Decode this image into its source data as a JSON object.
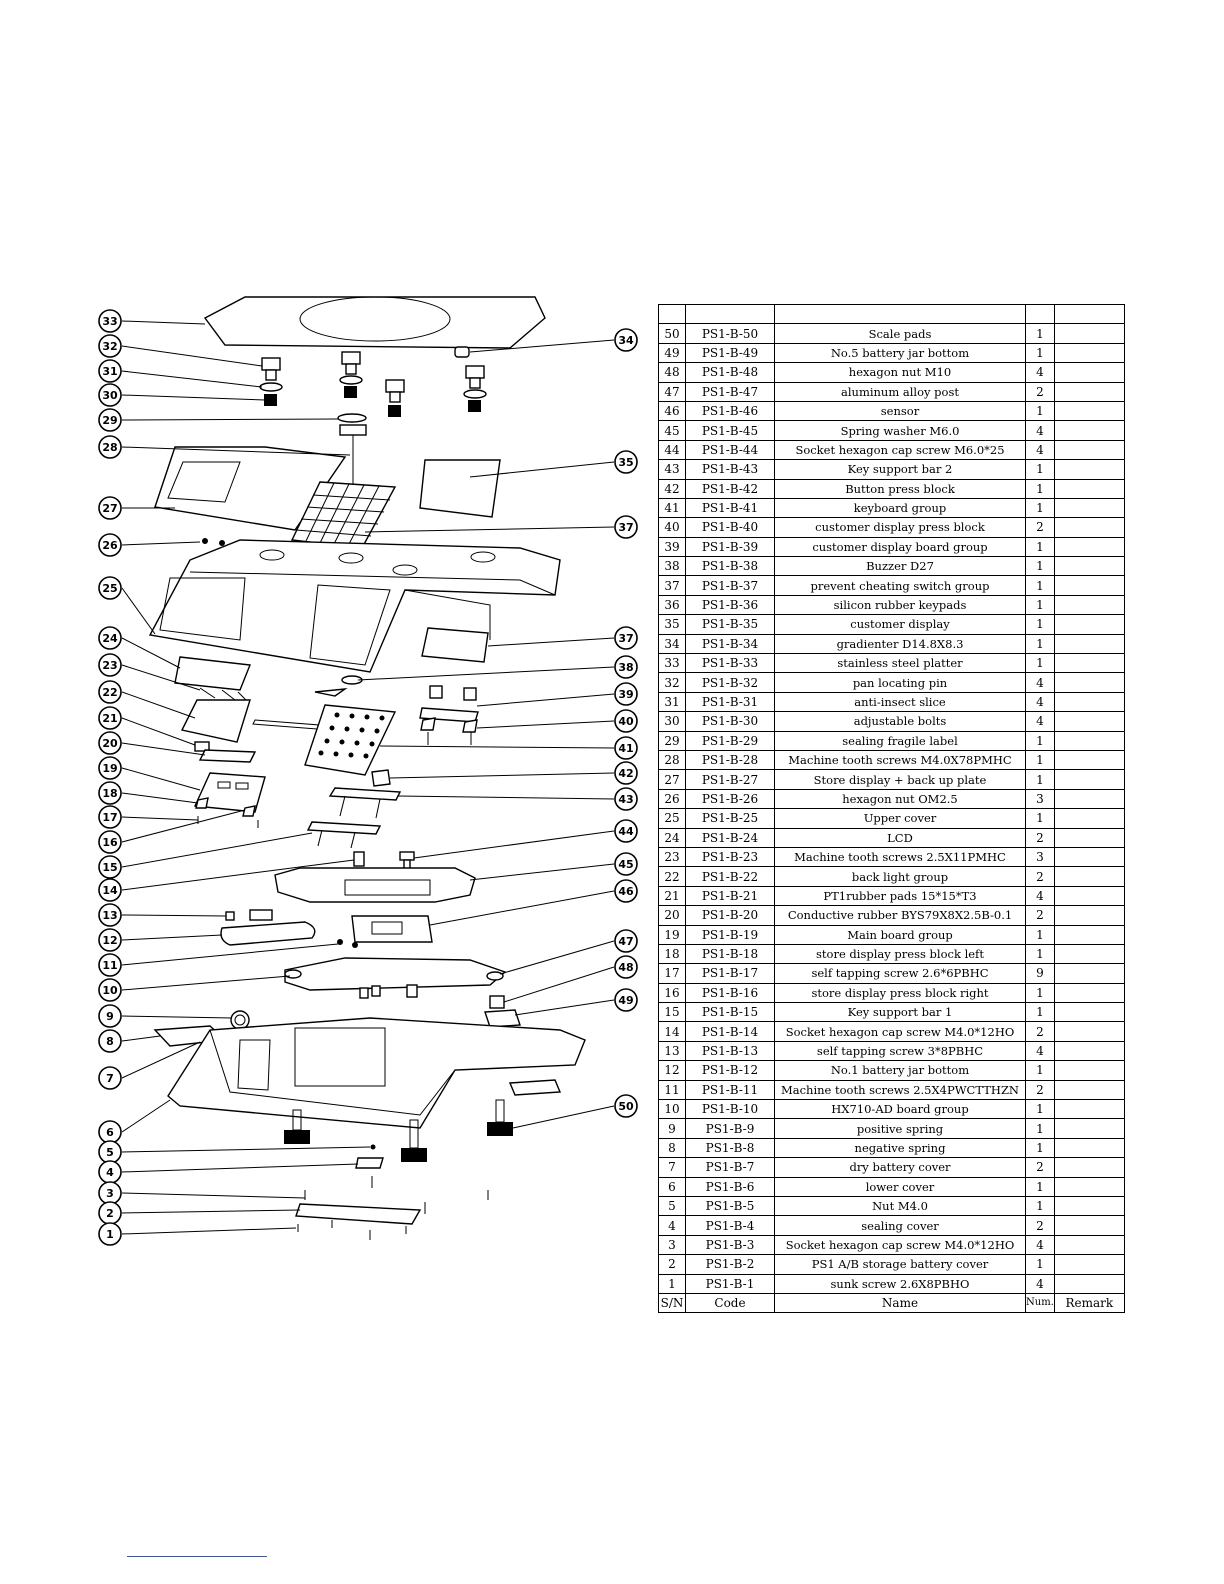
{
  "table": {
    "header": {
      "sn": "S/N",
      "code": "Code",
      "name": "Name",
      "num": "Num.",
      "remark": "Remark"
    },
    "rows": [
      {
        "sn": "50",
        "code": "PS1-B-50",
        "name": "Scale pads",
        "num": "1"
      },
      {
        "sn": "49",
        "code": "PS1-B-49",
        "name": "No.5 battery jar bottom",
        "num": "1"
      },
      {
        "sn": "48",
        "code": "PS1-B-48",
        "name": "hexagon nut M10",
        "num": "4"
      },
      {
        "sn": "47",
        "code": "PS1-B-47",
        "name": "aluminum alloy post",
        "num": "2"
      },
      {
        "sn": "46",
        "code": "PS1-B-46",
        "name": "sensor",
        "num": "1"
      },
      {
        "sn": "45",
        "code": "PS1-B-45",
        "name": "Spring washer M6.0",
        "num": "4"
      },
      {
        "sn": "44",
        "code": "PS1-B-44",
        "name": "Socket hexagon cap screw M6.0*25",
        "num": "4"
      },
      {
        "sn": "43",
        "code": "PS1-B-43",
        "name": "Key support bar 2",
        "num": "1"
      },
      {
        "sn": "42",
        "code": "PS1-B-42",
        "name": "Button press block",
        "num": "1"
      },
      {
        "sn": "41",
        "code": "PS1-B-41",
        "name": "keyboard group",
        "num": "1"
      },
      {
        "sn": "40",
        "code": "PS1-B-40",
        "name": "customer display press block",
        "num": "2"
      },
      {
        "sn": "39",
        "code": "PS1-B-39",
        "name": "customer display board group",
        "num": "1"
      },
      {
        "sn": "38",
        "code": "PS1-B-38",
        "name": "Buzzer D27",
        "num": "1"
      },
      {
        "sn": "37",
        "code": "PS1-B-37",
        "name": "prevent cheating switch group",
        "num": "1"
      },
      {
        "sn": "36",
        "code": "PS1-B-36",
        "name": "silicon rubber keypads",
        "num": "1"
      },
      {
        "sn": "35",
        "code": "PS1-B-35",
        "name": "customer display",
        "num": "1"
      },
      {
        "sn": "34",
        "code": "PS1-B-34",
        "name": "gradienter D14.8X8.3",
        "num": "1"
      },
      {
        "sn": "33",
        "code": "PS1-B-33",
        "name": "stainless steel platter",
        "num": "1"
      },
      {
        "sn": "32",
        "code": "PS1-B-32",
        "name": "pan locating pin",
        "num": "4"
      },
      {
        "sn": "31",
        "code": "PS1-B-31",
        "name": "anti-insect slice",
        "num": "4"
      },
      {
        "sn": "30",
        "code": "PS1-B-30",
        "name": "adjustable bolts",
        "num": "4"
      },
      {
        "sn": "29",
        "code": "PS1-B-29",
        "name": "sealing fragile label",
        "num": "1"
      },
      {
        "sn": "28",
        "code": "PS1-B-28",
        "name": "Machine tooth screws M4.0X78PMHC",
        "num": "1"
      },
      {
        "sn": "27",
        "code": "PS1-B-27",
        "name": "Store display + back up plate",
        "num": "1"
      },
      {
        "sn": "26",
        "code": "PS1-B-26",
        "name": "hexagon nut OM2.5",
        "num": "3"
      },
      {
        "sn": "25",
        "code": "PS1-B-25",
        "name": "Upper cover",
        "num": "1"
      },
      {
        "sn": "24",
        "code": "PS1-B-24",
        "name": "LCD",
        "num": "2"
      },
      {
        "sn": "23",
        "code": "PS1-B-23",
        "name": "Machine tooth screws 2.5X11PMHC",
        "num": "3"
      },
      {
        "sn": "22",
        "code": "PS1-B-22",
        "name": "back light group",
        "num": "2"
      },
      {
        "sn": "21",
        "code": "PS1-B-21",
        "name": "PT1rubber pads 15*15*T3",
        "num": "4"
      },
      {
        "sn": "20",
        "code": "PS1-B-20",
        "name": "Conductive rubber BYS79X8X2.5B-0.1",
        "num": "2"
      },
      {
        "sn": "19",
        "code": "PS1-B-19",
        "name": "Main board group",
        "num": "1"
      },
      {
        "sn": "18",
        "code": "PS1-B-18",
        "name": "store display press block left",
        "num": "1"
      },
      {
        "sn": "17",
        "code": "PS1-B-17",
        "name": "self tapping screw 2.6*6PBHC",
        "num": "9"
      },
      {
        "sn": "16",
        "code": "PS1-B-16",
        "name": "store display press block right",
        "num": "1"
      },
      {
        "sn": "15",
        "code": "PS1-B-15",
        "name": "Key support bar 1",
        "num": "1"
      },
      {
        "sn": "14",
        "code": "PS1-B-14",
        "name": "Socket hexagon cap screw M4.0*12HO",
        "num": "2"
      },
      {
        "sn": "13",
        "code": "PS1-B-13",
        "name": "self tapping screw 3*8PBHC",
        "num": "4"
      },
      {
        "sn": "12",
        "code": "PS1-B-12",
        "name": "No.1 battery jar bottom",
        "num": "1"
      },
      {
        "sn": "11",
        "code": "PS1-B-11",
        "name": "Machine tooth screws 2.5X4PWCTTHZN",
        "num": "2"
      },
      {
        "sn": "10",
        "code": "PS1-B-10",
        "name": "HX710-AD board group",
        "num": "1"
      },
      {
        "sn": "9",
        "code": "PS1-B-9",
        "name": "positive spring",
        "num": "1"
      },
      {
        "sn": "8",
        "code": "PS1-B-8",
        "name": "negative spring",
        "num": "1"
      },
      {
        "sn": "7",
        "code": "PS1-B-7",
        "name": "dry battery cover",
        "num": "2"
      },
      {
        "sn": "6",
        "code": "PS1-B-6",
        "name": "lower cover",
        "num": "1"
      },
      {
        "sn": "5",
        "code": "PS1-B-5",
        "name": "Nut M4.0",
        "num": "1"
      },
      {
        "sn": "4",
        "code": "PS1-B-4",
        "name": "sealing cover",
        "num": "2"
      },
      {
        "sn": "3",
        "code": "PS1-B-3",
        "name": "Socket hexagon cap screw M4.0*12HO",
        "num": "4"
      },
      {
        "sn": "2",
        "code": "PS1-B-2",
        "name": "PS1 A/B storage battery cover",
        "num": "1"
      },
      {
        "sn": "1",
        "code": "PS1-B-1",
        "name": "sunk screw 2.6X8PBHO",
        "num": "4"
      }
    ]
  },
  "callouts_left": [
    "33",
    "32",
    "31",
    "30",
    "29",
    "28",
    "27",
    "26",
    "25",
    "24",
    "23",
    "22",
    "21",
    "20",
    "19",
    "18",
    "17",
    "16",
    "15",
    "14",
    "13",
    "12",
    "11",
    "10",
    "9",
    "8",
    "7",
    "6",
    "5",
    "4",
    "3",
    "2",
    "1"
  ],
  "callouts_right": [
    "34",
    "35",
    "37",
    "37",
    "38",
    "39",
    "40",
    "41",
    "42",
    "43",
    "44",
    "45",
    "46",
    "47",
    "48",
    "49",
    "50"
  ]
}
